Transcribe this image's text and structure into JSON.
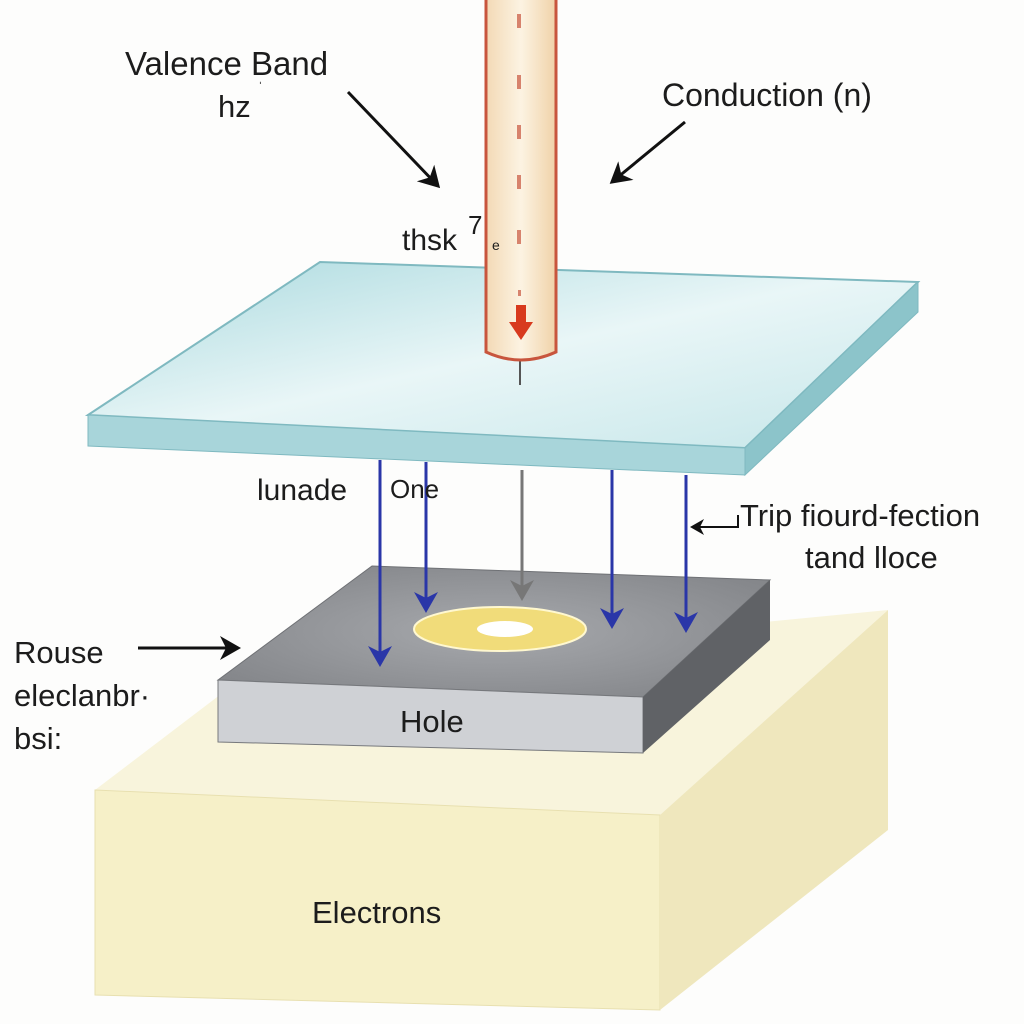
{
  "labels": {
    "valence_band": "Valence Band",
    "hz": "hz",
    "hz_mark": "ˈ",
    "conduction": "Conduction (n)",
    "thsk": "thsk",
    "thsk_sup": "7",
    "thsk_sub": "e",
    "lunade": "lunade",
    "one": "One",
    "trip_line1": "Trip fiourd-fection",
    "trip_line2": "tand lloce",
    "rouse_line1": "Rouse",
    "rouse_line2": "eleclanbr·",
    "rouse_line3": "bsi:",
    "hole": "Hole",
    "electrons": "Electrons"
  },
  "colors": {
    "glass": "#bfe3e6",
    "tube_fill": "#f8e6c8",
    "tube_stroke": "#c8553d",
    "arrow_blue": "#2a36a8",
    "block_gray": "#8d8f93",
    "disc_yellow": "#f1dc7a",
    "base_yellow": "#f6f1cf"
  }
}
